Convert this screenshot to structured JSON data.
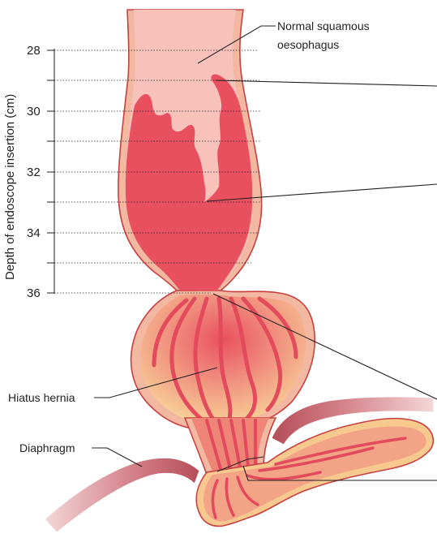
{
  "axis": {
    "title": "Depth of endoscope insertion (cm)",
    "ticks": [
      "28",
      "30",
      "32",
      "34",
      "36"
    ]
  },
  "labels": {
    "normal_squamous_line1": "Normal squamous",
    "normal_squamous_line2": "oesophagus",
    "hiatus_hernia": "Hiatus hernia",
    "diaphragm": "Diaphragm"
  },
  "colors": {
    "squamous_pink": "#f8c2ba",
    "barrett_red": "#e8505f",
    "tissue_outline": "#c94040",
    "wall": "#f3b8a2",
    "stomach_cream": "#f7c98f",
    "stomach_fold": "#e9606b",
    "diaphragm_band": "#c96a72"
  }
}
